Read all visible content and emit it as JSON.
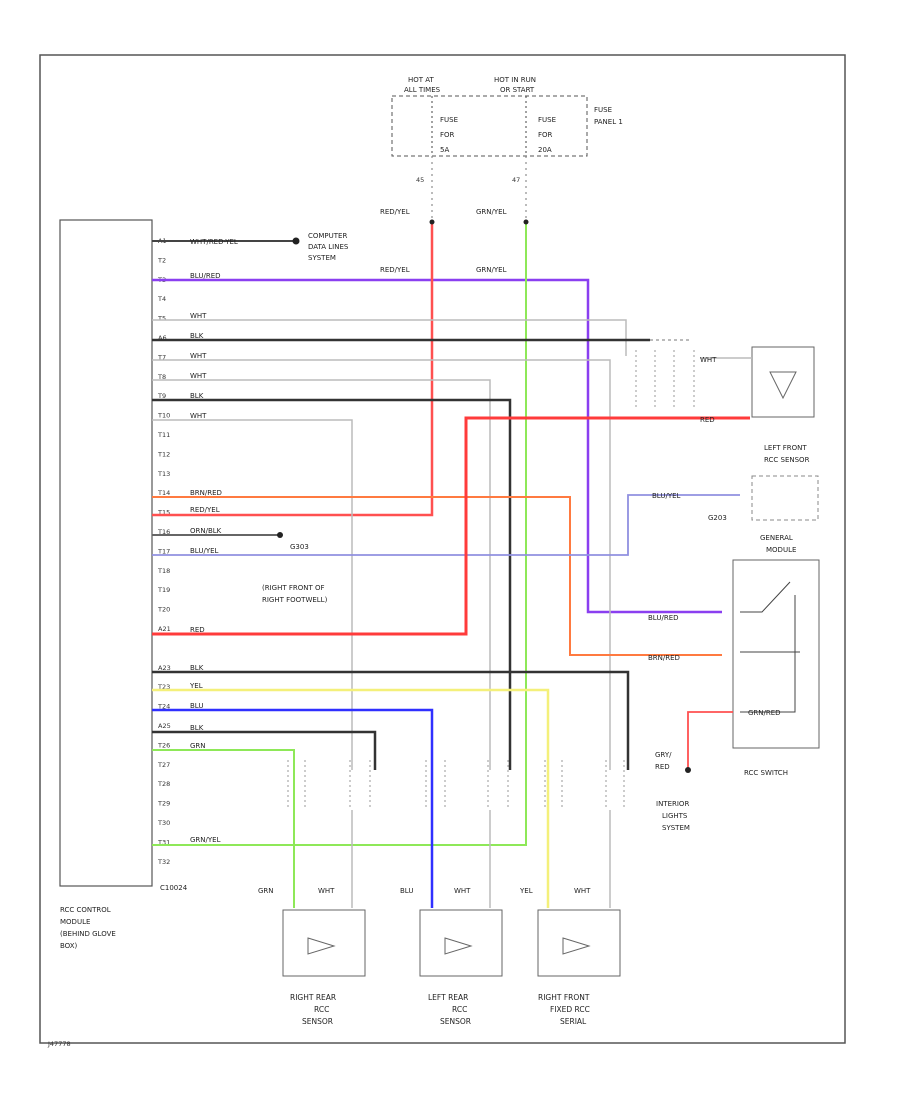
{
  "power": {
    "hot_at_left": "HOT AT",
    "hot_at_left_2": "ALL TIMES",
    "hot_at_right": "HOT IN RUN",
    "hot_at_right_2": "OR START",
    "fuse_left_1": "FUSE",
    "fuse_left_2": "FOR",
    "fuse_left_3": "5A",
    "fuse_right_1": "FUSE",
    "fuse_right_2": "FOR",
    "fuse_right_3": "20A",
    "fuse_panel_1": "FUSE",
    "fuse_panel_2": "PANEL 1",
    "pin_left": "45",
    "pin_right": "47",
    "wire_left": "RED/YEL",
    "wire_right": "GRN/YEL"
  },
  "module": {
    "caption_1": "RCC CONTROL",
    "caption_2": "MODULE",
    "caption_3": "(BEHIND GLOVE",
    "caption_4": "BOX)",
    "connector": "C10024",
    "pins": [
      "A1",
      "T2",
      "T3",
      "T4",
      "T5",
      "A6",
      "T7",
      "T8",
      "T9",
      "T10",
      "T11",
      "T12",
      "T13",
      "T14",
      "T15",
      "T16",
      "T17",
      "T18",
      "T19",
      "T20",
      "A21",
      "",
      "A23",
      "T23",
      "T24",
      "A25",
      "T26",
      "T27",
      "T28",
      "T29",
      "T30",
      "T31",
      "T32"
    ]
  },
  "wires": {
    "w1": "WHT/RED-YEL",
    "w3": "BLU/RED",
    "w5": "WHT",
    "w6": "BLK",
    "w7": "WHT",
    "w8": "WHT",
    "w9": "BLK",
    "w10": "WHT",
    "w14": "BRN/RED",
    "w15": "RED/YEL",
    "w16": "ORN/BLK",
    "w17": "BLU/YEL",
    "w21": "RED",
    "w23": "BLK",
    "w24": "YEL",
    "w25": "BLU",
    "w26": "BLK",
    "w27": "GRN",
    "w31": "GRN/YEL",
    "upper_red": "RED/YEL",
    "upper_grn": "GRN/YEL"
  },
  "computer": {
    "line1": "COMPUTER",
    "line2": "DATA LINES",
    "line3": "SYSTEM"
  },
  "ground": {
    "id": "G303",
    "note1": "(RIGHT FRONT OF",
    "note2": "RIGHT FOOTWELL)"
  },
  "left_front_sensor": {
    "wht": "WHT",
    "red": "RED",
    "blu": "BLU/YEL",
    "id": "G203",
    "cap1": "LEFT FRONT",
    "cap2": "RCC SENSOR"
  },
  "general_module": {
    "cap1": "GENERAL",
    "cap2": "MODULE",
    "wire1": "BLU/RED",
    "wire2": "BRN/RED",
    "wire3": "GRN/RED",
    "switch_cap": "RCC SWITCH"
  },
  "interior": {
    "wire1": "GRY/",
    "wire2": "RED",
    "cap1": "INTERIOR",
    "cap2": "LIGHTS",
    "cap3": "SYSTEM"
  },
  "sensors": [
    {
      "w1": "GRN",
      "w2": "WHT",
      "cap1": "RIGHT REAR",
      "cap2": "RCC",
      "cap3": "SENSOR"
    },
    {
      "w1": "BLU",
      "w2": "WHT",
      "cap1": "LEFT REAR",
      "cap2": "RCC",
      "cap3": "SENSOR"
    },
    {
      "w1": "YEL",
      "w2": "WHT",
      "cap1": "RIGHT FRONT",
      "cap2": "FIXED RCC",
      "cap3": "SERIAL"
    }
  ],
  "footer_code": "J47778",
  "colors": {
    "red": "#ff3b3b",
    "green": "#8ee858",
    "purple": "#8a3ff0",
    "orange": "#ff7a40",
    "blue": "#3030ff",
    "yellow": "#f4f07a",
    "black": "#333333",
    "gray": "#b8b8b8"
  }
}
